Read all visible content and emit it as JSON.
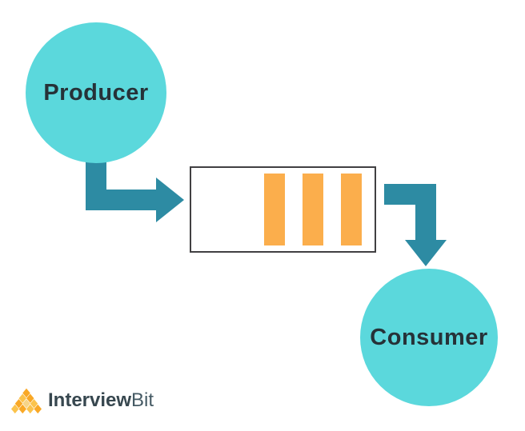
{
  "diagram": {
    "producer_label": "Producer",
    "consumer_label": "Consumer",
    "buffer": {
      "item_count": 3,
      "description": "queue-buffer"
    },
    "colors": {
      "circle_fill": "#5bd8dc",
      "arrow_fill": "#2d8ba3",
      "queue_item_fill": "#fbae4c",
      "buffer_border": "#414042",
      "label_text": "#263238"
    }
  },
  "logo": {
    "brand_primary": "Interview",
    "brand_secondary": "Bit",
    "icon_name": "pyramid-diamonds-icon",
    "icon_colors": [
      "#f9a826",
      "#fbc34c",
      "#f6d488"
    ]
  }
}
